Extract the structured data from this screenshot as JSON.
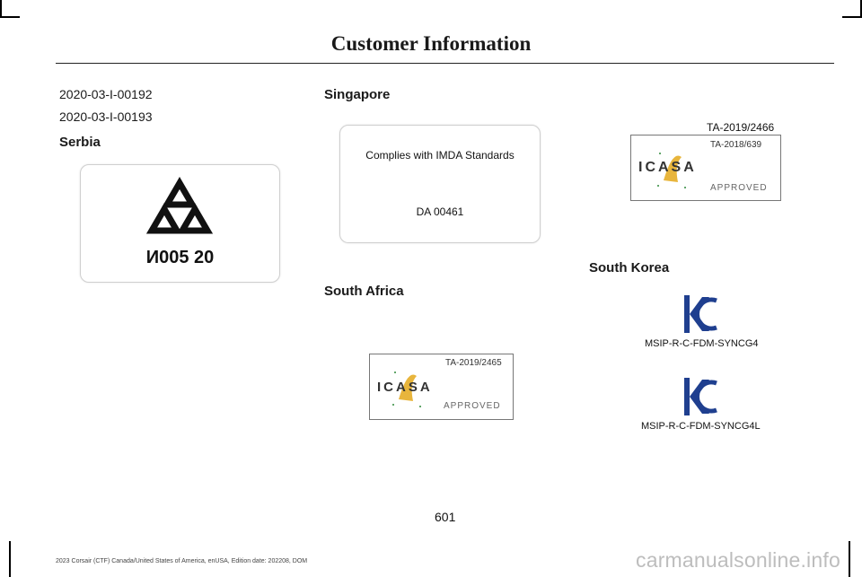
{
  "header": {
    "title": "Customer Information"
  },
  "left": {
    "codes": [
      "2020-03-I-00192",
      "2020-03-I-00193"
    ],
    "serbia": {
      "heading": "Serbia",
      "mark_code": "И005 20"
    }
  },
  "singapore": {
    "heading": "Singapore",
    "standard_text": "Complies with IMDA Standards",
    "dealer_code": "DA 00461"
  },
  "south_africa": {
    "heading": "South Africa",
    "icasa_letters": "ICASA",
    "approved": "APPROVED",
    "number": "TA-2019/2465"
  },
  "upper_right_icasa": {
    "caption": "TA-2019/2466",
    "inner_number": "TA-2018/639",
    "icasa_letters": "ICASA",
    "approved": "APPROVED"
  },
  "south_korea": {
    "heading": "South Korea",
    "certs": [
      "MSIP-R-C-FDM-SYNCG4",
      "MSIP-R-C-FDM-SYNCG4L"
    ]
  },
  "page_number": "601",
  "footer": "2023 Corsair (CTF) Canada/United States of America, enUSA, Edition date: 202208, DOM",
  "watermark": "carmanualsonline.info",
  "colors": {
    "icasa_gold": "#e8b53c",
    "kc_blue": "#1f3f8f",
    "watermark_grey": "#bdbdbd"
  }
}
